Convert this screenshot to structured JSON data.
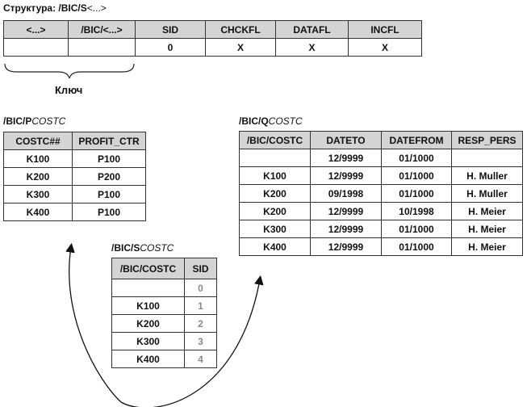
{
  "structure": {
    "title_prefix": "Структура: /BIC/S",
    "title_suffix": "<...>",
    "headers": [
      "<...>",
      "/BIC/<...>",
      "SID",
      "CHCKFL",
      "DATAFL",
      "INCFL"
    ],
    "row": [
      "",
      "",
      "0",
      "X",
      "X",
      "X"
    ],
    "key_label": "Ключ"
  },
  "p_table": {
    "title_prefix": "/BIC/P",
    "title_suffix": "COSTC",
    "headers": [
      "COSTC##",
      "PROFIT_CTR"
    ],
    "rows": [
      [
        "K100",
        "P100"
      ],
      [
        "K200",
        "P200"
      ],
      [
        "K300",
        "P100"
      ],
      [
        "K400",
        "P100"
      ]
    ]
  },
  "q_table": {
    "title_prefix": "/BIC/Q",
    "title_suffix": "COSTC",
    "headers": [
      "/BIC/COSTC",
      "DATETO",
      "DATEFROM",
      "RESP_PERS"
    ],
    "rows": [
      [
        "",
        "12/9999",
        "01/1000",
        ""
      ],
      [
        "K100",
        "12/9999",
        "01/1000",
        "H. Muller"
      ],
      [
        "K200",
        "09/1998",
        "01/1000",
        "H. Muller"
      ],
      [
        "K200",
        "12/9999",
        "10/1998",
        "H. Meier"
      ],
      [
        "K300",
        "12/9999",
        "01/1000",
        "H. Meier"
      ],
      [
        "K400",
        "12/9999",
        "01/1000",
        "H. Meier"
      ]
    ]
  },
  "s_table": {
    "title_prefix": "/BIC/S",
    "title_suffix": "COSTC",
    "headers": [
      "/BIC/COSTC",
      "SID"
    ],
    "rows": [
      [
        "",
        "0"
      ],
      [
        "K100",
        "1"
      ],
      [
        "K200",
        "2"
      ],
      [
        "K300",
        "3"
      ],
      [
        "K400",
        "4"
      ]
    ]
  }
}
